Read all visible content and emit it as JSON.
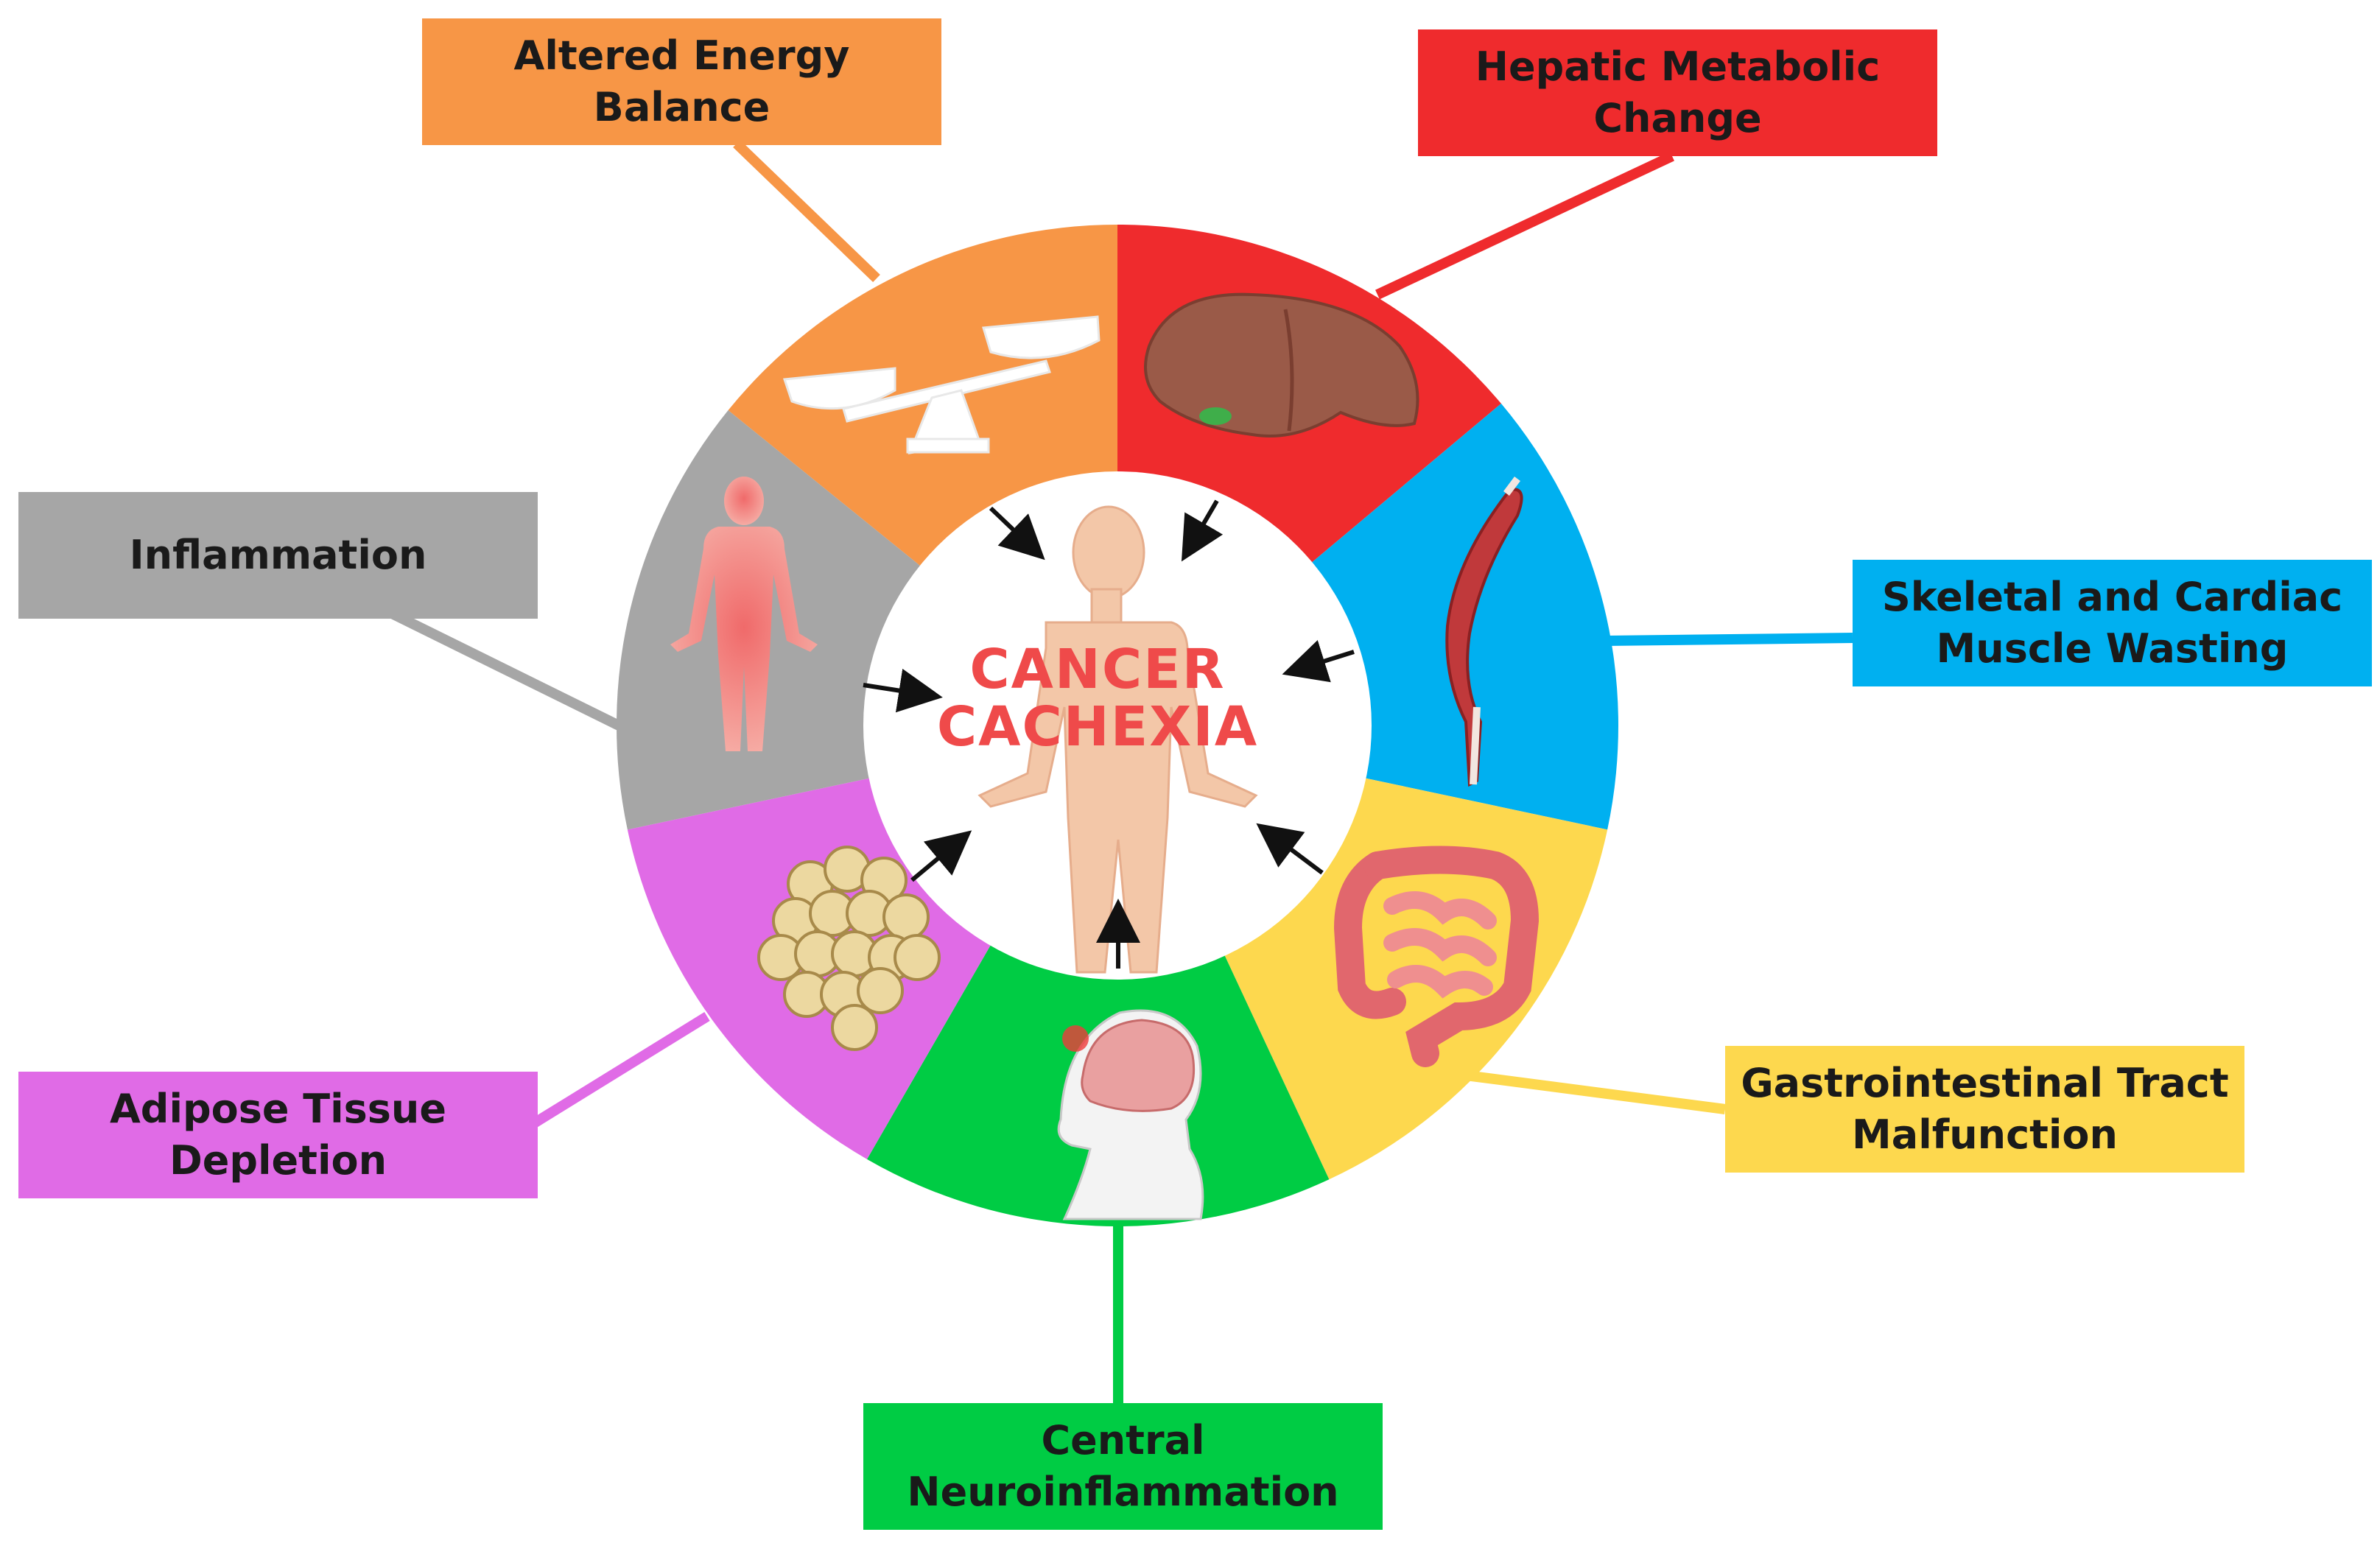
{
  "center": {
    "title_line1": "CANCER",
    "title_line2": "CACHEXIA"
  },
  "factors": [
    {
      "label": "Altered Energy\nBalance",
      "color": "#f79646",
      "icon": "balance-scale-icon"
    },
    {
      "label": "Hepatic Metabolic\nChange",
      "color": "#ef2b2d",
      "icon": "liver-icon"
    },
    {
      "label": "Skeletal and Cardiac\nMuscle Wasting",
      "color": "#00b0f0",
      "icon": "muscle-icon"
    },
    {
      "label": "Gastrointestinal Tract\nMalfunction",
      "color": "#fdd84e",
      "icon": "intestine-icon"
    },
    {
      "label": "Central\nNeuroinflammation",
      "color": "#00cc44",
      "icon": "brain-icon"
    },
    {
      "label": "Adipose Tissue\nDepletion",
      "color": "#e06be6",
      "icon": "fat-cells-icon"
    },
    {
      "label": "Inflammation",
      "color": "#a6a6a6",
      "icon": "inflamed-body-icon"
    }
  ]
}
